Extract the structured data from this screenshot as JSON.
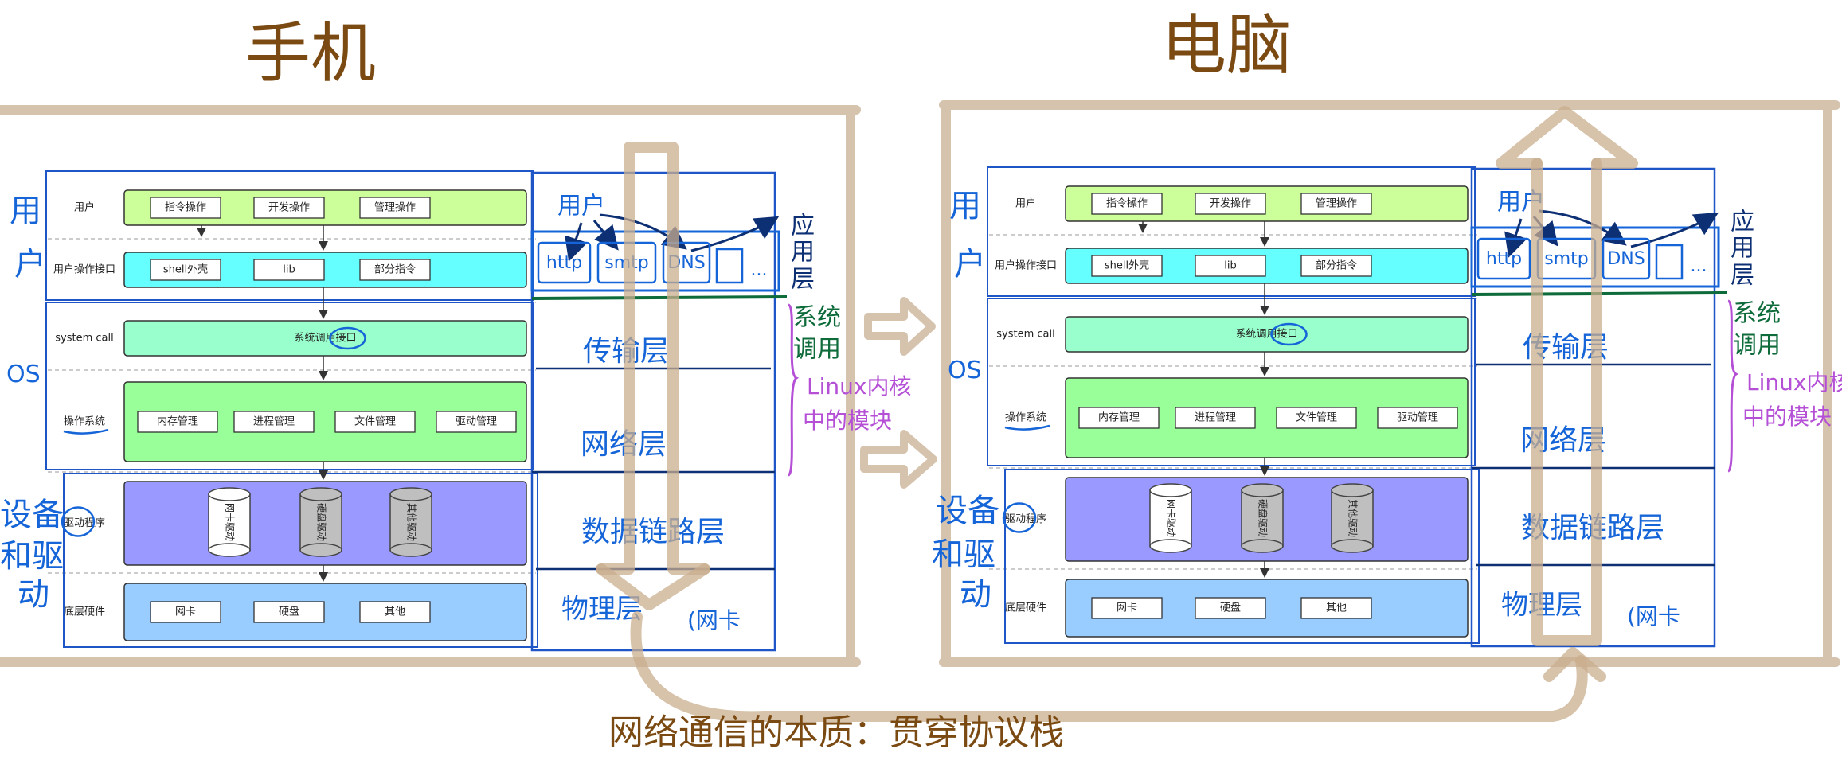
{
  "colors": {
    "hand_title": "#7a4a12",
    "hand_blue": "#1565d8",
    "hand_navy": "#0d2f73",
    "hand_green": "#0e6b3a",
    "hand_purple": "#b44fd6",
    "frame_tan": "#d5c3ad",
    "bg_user": "#ccff99",
    "bg_api": "#66ffff",
    "bg_syscall": "#99ffcc",
    "bg_os": "#99ff99",
    "bg_driver": "#9999ff",
    "bg_hw": "#99ccff",
    "cylinder_light": "#ffffff",
    "cylinder_dark": "#bfbfbf"
  },
  "titles": {
    "phone": "手机",
    "computer": "电脑"
  },
  "bottom_caption": "网络通信的本质：贯穿协议栈",
  "left_labels": {
    "user": [
      "用",
      "户"
    ],
    "os": "OS",
    "driver": [
      "设备",
      "和驱",
      "动"
    ]
  },
  "diagram": {
    "rows": [
      {
        "label": "用户",
        "items": [
          "指令操作",
          "开发操作",
          "管理操作"
        ]
      },
      {
        "label": "用户操作接口",
        "items": [
          "shell外壳",
          "lib",
          "部分指令"
        ]
      },
      {
        "label": "system call",
        "items": [
          "系统调用接口"
        ]
      },
      {
        "label": "操作系统",
        "items": [
          "内存管理",
          "进程管理",
          "文件管理",
          "驱动管理"
        ]
      },
      {
        "label": "驱动程序",
        "items": [
          "网卡驱动",
          "硬盘驱动",
          "其他驱动"
        ]
      },
      {
        "label": "底层硬件",
        "items": [
          "网卡",
          "硬盘",
          "其他"
        ]
      }
    ]
  },
  "protocol": {
    "user": "用户",
    "apps": [
      "http",
      "smtp",
      "DNS"
    ],
    "app_layer": [
      "应",
      "用",
      "层"
    ],
    "transport": "传输层",
    "network": "网络层",
    "datalink": "数据链路层",
    "physical": "物理层",
    "nic_note": "(网卡",
    "syscall_note": [
      "系统",
      "调用"
    ],
    "kernel_note": [
      "Linux内核",
      "中的模块"
    ]
  }
}
